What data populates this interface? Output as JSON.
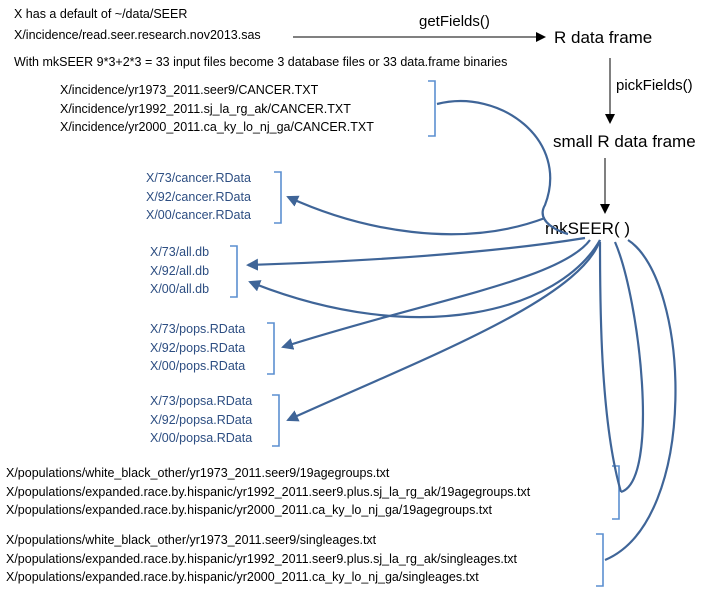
{
  "header": {
    "line1": "X has a default of ~/data/SEER",
    "line2": "X/incidence/read.seer.research.nov2013.sas",
    "line3": "With mkSEER 9*3+2*3 = 33 input files become 3 database files or 33 data.frame binaries"
  },
  "flow": {
    "get_fields": "getFields()",
    "r_data_frame": "R data frame",
    "pick_fields": "pickFields()",
    "small_r_data_frame": "small R data frame",
    "mkseer": "mkSEER(  )"
  },
  "cancer_files": [
    "X/incidence/yr1973_2011.seer9/CANCER.TXT",
    "X/incidence/yr1992_2011.sj_la_rg_ak/CANCER.TXT",
    "X/incidence/yr2000_2011.ca_ky_lo_nj_ga/CANCER.TXT"
  ],
  "rdata_cancer": [
    "X/73/cancer.RData",
    "X/92/cancer.RData",
    "X/00/cancer.RData"
  ],
  "db_files": [
    "X/73/all.db",
    "X/92/all.db",
    "X/00/all.db"
  ],
  "rdata_pops": [
    "X/73/pops.RData",
    "X/92/pops.RData",
    "X/00/pops.RData"
  ],
  "rdata_popsa": [
    "X/73/popsa.RData",
    "X/92/popsa.RData",
    "X/00/popsa.RData"
  ],
  "pop_19": [
    "X/populations/white_black_other/yr1973_2011.seer9/19agegroups.txt",
    "X/populations/expanded.race.by.hispanic/yr1992_2011.seer9.plus.sj_la_rg_ak/19agegroups.txt",
    "X/populations/expanded.race.by.hispanic/yr2000_2011.ca_ky_lo_nj_ga/19agegroups.txt"
  ],
  "pop_single": [
    "X/populations/white_black_other/yr1973_2011.seer9/singleages.txt",
    "X/populations/expanded.race.by.hispanic/yr1992_2011.seer9.plus.sj_la_rg_ak/singleages.txt",
    "X/populations/expanded.race.by.hispanic/yr2000_2011.ca_ky_lo_nj_ga/singleages.txt"
  ],
  "colors": {
    "arrow": "#3f6598",
    "text_blue": "#2d4e82",
    "bracket": "#5b8fd0"
  }
}
